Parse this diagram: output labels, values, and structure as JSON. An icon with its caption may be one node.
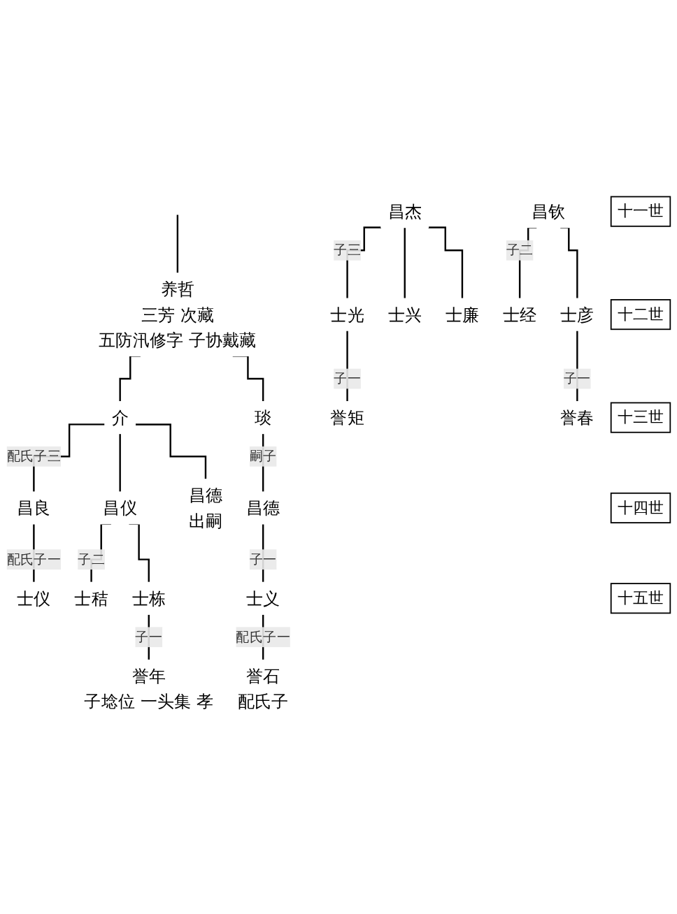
{
  "diagram": {
    "nodes": [
      {
        "text": [
          "养哲",
          "三芳 次藏",
          "五防汛修字 子协戴藏"
        ]
      },
      {
        "text": [
          "介"
        ]
      },
      {
        "text": [
          "琰"
        ]
      },
      {
        "text": [
          "昌良"
        ]
      },
      {
        "text": [
          "昌仪"
        ]
      },
      {
        "text": [
          "昌德",
          "出嗣"
        ]
      },
      {
        "text": [
          "昌德"
        ]
      },
      {
        "text": [
          "昌杰"
        ]
      },
      {
        "text": [
          "昌钦"
        ]
      },
      {
        "text": [
          "士仪"
        ]
      },
      {
        "text": [
          "士秸"
        ]
      },
      {
        "text": [
          "士栋"
        ]
      },
      {
        "text": [
          "士义"
        ]
      },
      {
        "text": [
          "士光"
        ]
      },
      {
        "text": [
          "士兴"
        ]
      },
      {
        "text": [
          "士廉"
        ]
      },
      {
        "text": [
          "士经"
        ]
      },
      {
        "text": [
          "士彦"
        ]
      },
      {
        "text": [
          "誉年",
          "子埝位 一头集 孝"
        ]
      },
      {
        "text": [
          "誉石",
          "配氏子"
        ]
      },
      {
        "text": [
          "誉矩"
        ]
      },
      {
        "text": [
          "誉春"
        ]
      },
      {
        "text": [
          "十一世"
        ]
      },
      {
        "text": [
          "十二世"
        ]
      },
      {
        "text": [
          "十三世"
        ]
      },
      {
        "text": [
          "十四世"
        ]
      },
      {
        "text": [
          "十五世"
        ]
      }
    ],
    "edges": [
      {
        "from": null,
        "to": 0,
        "arrow": "none"
      },
      {
        "from": 0,
        "to": 1,
        "arrow": "none"
      },
      {
        "from": 0,
        "to": 2,
        "arrow": "none"
      },
      {
        "from": 1,
        "to": 3,
        "arrow": "none",
        "label": "配氏子三"
      },
      {
        "from": 1,
        "to": 4,
        "arrow": "none"
      },
      {
        "from": 1,
        "to": 5,
        "arrow": "none"
      },
      {
        "from": 2,
        "to": 6,
        "arrow": "none",
        "label": "嗣子"
      },
      {
        "from": 3,
        "to": 9,
        "arrow": "none",
        "label": "配氏子一"
      },
      {
        "from": 4,
        "to": 10,
        "arrow": "none",
        "label": "子二"
      },
      {
        "from": 4,
        "to": 11,
        "arrow": "none"
      },
      {
        "from": 6,
        "to": 12,
        "arrow": "none",
        "label": "子一"
      },
      {
        "from": 7,
        "to": 13,
        "arrow": "none",
        "label": "子三"
      },
      {
        "from": 7,
        "to": 14,
        "arrow": "none"
      },
      {
        "from": 7,
        "to": 15,
        "arrow": "none"
      },
      {
        "from": 8,
        "to": 16,
        "arrow": "none",
        "label": "子二"
      },
      {
        "from": 8,
        "to": 17,
        "arrow": "none"
      },
      {
        "from": 11,
        "to": 18,
        "arrow": "none",
        "label": "子一"
      },
      {
        "from": 12,
        "to": 19,
        "arrow": "none",
        "label": "配氏子一"
      },
      {
        "from": 13,
        "to": 20,
        "arrow": "none",
        "label": "子一"
      },
      {
        "from": 17,
        "to": 21,
        "arrow": "none",
        "label": "子一"
      }
    ]
  }
}
